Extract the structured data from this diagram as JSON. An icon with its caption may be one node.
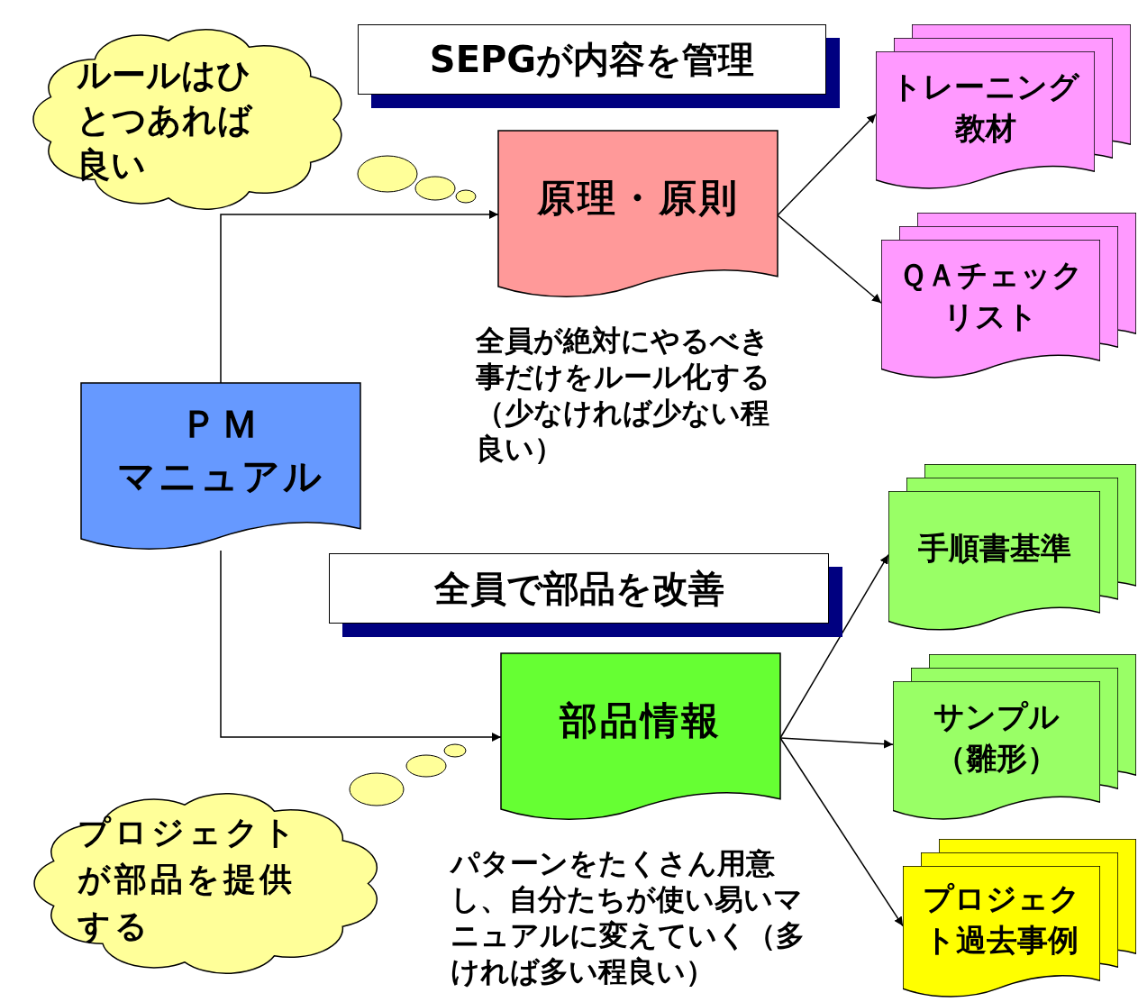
{
  "diagram": {
    "nodes": [
      {
        "text": [
          "ルールはひとつあれば良い"
        ]
      },
      {
        "text": [
          "SEPGが内容を管理"
        ]
      },
      {
        "text": [
          "原理・原則"
        ]
      },
      {
        "text": [
          "トレーニング教材"
        ]
      },
      {
        "text": [
          "ＱＡチェックリスト"
        ]
      },
      {
        "text": [
          "ＰＭ",
          "マニュアル"
        ]
      },
      {
        "text": [
          "全員で部品を改善"
        ]
      },
      {
        "text": [
          "部品情報"
        ]
      },
      {
        "text": [
          "手順書基準"
        ]
      },
      {
        "text": [
          "サンプル（雛形）"
        ]
      },
      {
        "text": [
          "プロジェクト過去事例"
        ]
      },
      {
        "text": [
          "プロジェクトが部品を提供する"
        ]
      }
    ],
    "edges": [
      {
        "from": 5,
        "to": 2,
        "arrow": "to"
      },
      {
        "from": 5,
        "to": 7,
        "arrow": "to"
      },
      {
        "from": 2,
        "to": 3,
        "arrow": "to"
      },
      {
        "from": 2,
        "to": 4,
        "arrow": "to"
      },
      {
        "from": 7,
        "to": 8,
        "arrow": "to"
      },
      {
        "from": 7,
        "to": 9,
        "arrow": "to"
      },
      {
        "from": 7,
        "to": 10,
        "arrow": "to"
      }
    ],
    "labels": [
      "全員が絶対にやるべき事だけをルール化する（少なければ少ない程良い）",
      "パターンをたくさん用意し、自分たちが使い易いマニュアルに変えていく（多ければ多い程良い）"
    ]
  }
}
